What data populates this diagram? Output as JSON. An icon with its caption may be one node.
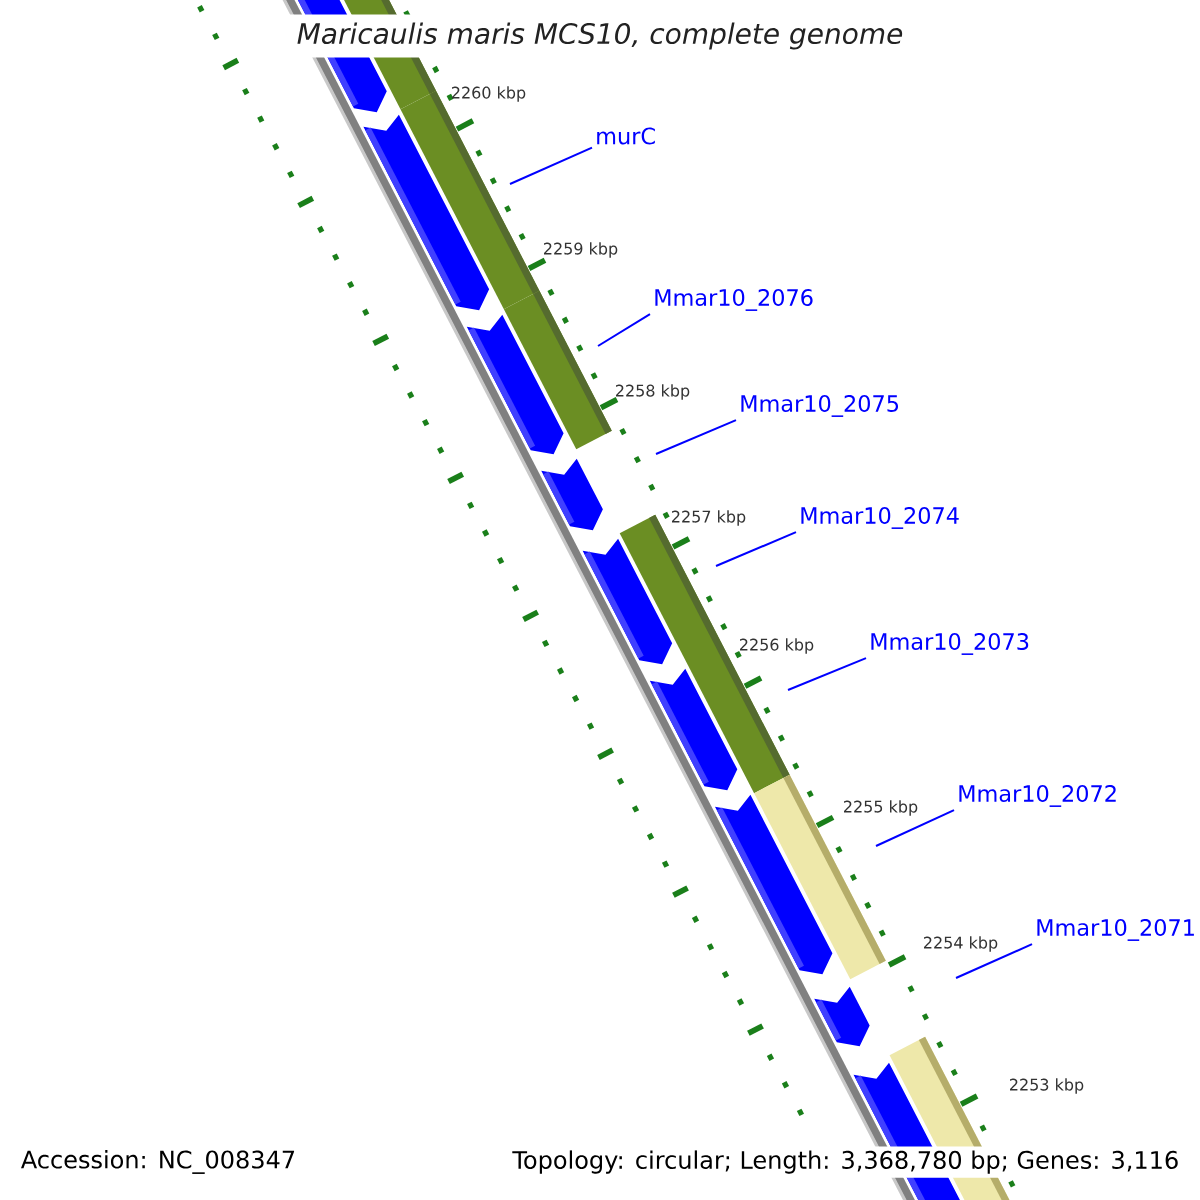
{
  "diagram": {
    "title": "Maricaulis maris MCS10, complete genome",
    "nodes": [
      {
        "text": [
          "murC"
        ]
      },
      {
        "text": [
          "Mmar10_2076"
        ]
      },
      {
        "text": [
          "Mmar10_2075"
        ]
      },
      {
        "text": [
          "Mmar10_2074"
        ]
      },
      {
        "text": [
          "Mmar10_2073"
        ]
      },
      {
        "text": [
          "Mmar10_2072"
        ]
      },
      {
        "text": [
          "Mmar10_2071"
        ]
      }
    ],
    "edges": [
      {
        "from": 0,
        "to": null,
        "arrow": "none"
      },
      {
        "from": 1,
        "to": null,
        "arrow": "none"
      },
      {
        "from": 2,
        "to": null,
        "arrow": "none"
      },
      {
        "from": 3,
        "to": null,
        "arrow": "none"
      },
      {
        "from": 4,
        "to": null,
        "arrow": "none"
      },
      {
        "from": 5,
        "to": null,
        "arrow": "none"
      },
      {
        "from": 6,
        "to": null,
        "arrow": "none"
      }
    ],
    "labels": [
      "2260 kbp",
      "2259 kbp",
      "2258 kbp",
      "2257 kbp",
      "2256 kbp",
      "2255 kbp",
      "2254 kbp",
      "2253 kbp",
      "Accession: NC_008347",
      "Topology: circular; Length: 3,368,780 bp; Genes: 3,116"
    ]
  }
}
